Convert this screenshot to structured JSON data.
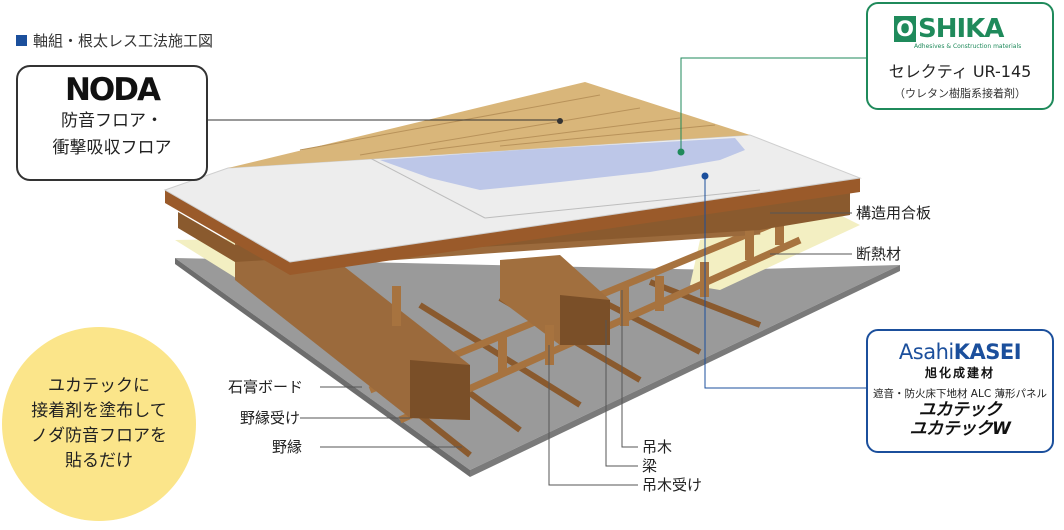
{
  "caption": "軸組・根太レス工法施工図",
  "noda": {
    "logo": "NODA",
    "line1": "防音フロア・",
    "line2": "衝撃吸収フロア"
  },
  "oshika": {
    "logo_o": "O",
    "logo_rest": "SHIKA",
    "logo_sub": "Adhesives & Construction materials",
    "product": "セレクティ UR-145",
    "note": "（ウレタン樹脂系接着剤）"
  },
  "asahi": {
    "logo_a": "Asahi",
    "logo_b": "KASEI",
    "jp": "旭化成建材",
    "desc": "遮音・防火床下地材 ALC 薄形パネル",
    "product1": "ユカテック",
    "product2": "ユカテックW"
  },
  "circle": {
    "line1": "ユカテックに",
    "line2": "接着剤を塗布して",
    "line3": "ノダ防音フロアを",
    "line4": "貼るだけ"
  },
  "labels": {
    "structural_plywood": "構造用合板",
    "insulation": "断熱材",
    "gypsum_board": "石膏ボード",
    "nobuchi_uke": "野縁受け",
    "nobuchi": "野縁",
    "tsurigi": "吊木",
    "hari": "梁",
    "tsurigi_uke": "吊木受け"
  },
  "colors": {
    "green": "#1f8a5b",
    "blue": "#1b4f9c",
    "yellow": "#fbe58a",
    "wood": "#9b6a3c",
    "insulation": "#f3efc2",
    "gypsum": "#9a9a9a",
    "panel": "#eeeeee",
    "floor": "#d9b67a"
  }
}
